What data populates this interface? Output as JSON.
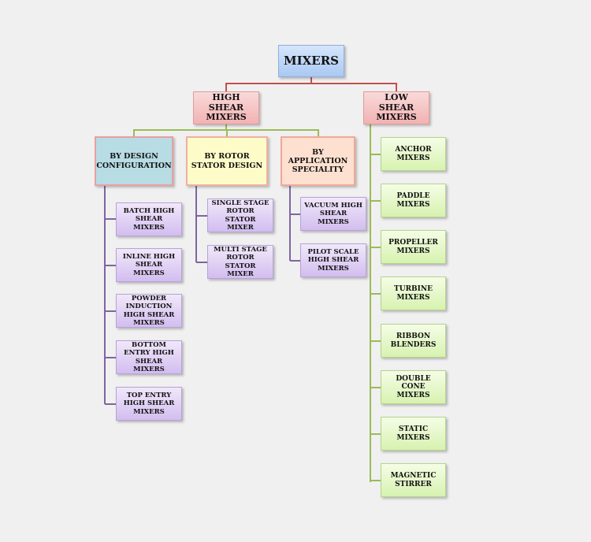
{
  "root": "MIXERS",
  "branches": {
    "high_shear": "HIGH SHEAR MIXERS",
    "low_shear": "LOW SHEAR MIXERS"
  },
  "high_shear_groups": {
    "design": {
      "label": "BY DESIGN CONFIGURATION",
      "items": [
        "BATCH HIGH SHEAR MIXERS",
        "INLINE HIGH SHEAR MIXERS",
        "POWDER INDUCTION HIGH SHEAR MIXERS",
        "BOTTOM ENTRY HIGH SHEAR MIXERS",
        "TOP ENTRY HIGH SHEAR MIXERS"
      ]
    },
    "rotor": {
      "label": "BY ROTOR STATOR DESIGN",
      "items": [
        "SINGLE STAGE ROTOR STATOR MIXER",
        "MULTI STAGE ROTOR STATOR MIXER"
      ]
    },
    "application": {
      "label": "BY APPLICATION SPECIALITY",
      "items": [
        "VACUUM HIGH SHEAR MIXERS",
        "PILOT SCALE HIGH SHEAR MIXERS"
      ]
    }
  },
  "low_shear_items": [
    "ANCHOR MIXERS",
    "PADDLE MIXERS",
    "PROPELLER MIXERS",
    "TURBINE MIXERS",
    "RIBBON BLENDERS",
    "DOUBLE CONE MIXERS",
    "STATIC MIXERS",
    "MAGNETIC STIRRER"
  ],
  "colors": {
    "root_connector": "#c0504d",
    "green_connector": "#9bbb59",
    "purple_connector": "#8064a2"
  }
}
